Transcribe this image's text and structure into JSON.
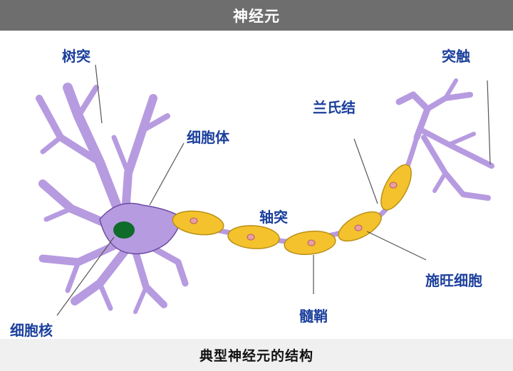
{
  "title": "神经元",
  "caption": "典型神经元的结构",
  "colors": {
    "title_bar": "#6e6e6e",
    "caption_bar": "#f0f0f0",
    "neuron_body": "#b79be0",
    "neuron_outline": "#6b4aa0",
    "nucleus": "#0e6b2a",
    "myelin": "#f4c22c",
    "myelin_outline": "#b8901a",
    "node": "#e9a0a0",
    "label_text": "#1b3f9c"
  },
  "labels": {
    "dendrite": "树突",
    "cell_body": "细胞体",
    "nucleus": "细胞核",
    "axon": "轴突",
    "node_of_ranvier": "兰氏结",
    "axon_terminal": "突触",
    "schwann_cell": "施旺细胞",
    "myelin_sheath": "髓鞘"
  }
}
